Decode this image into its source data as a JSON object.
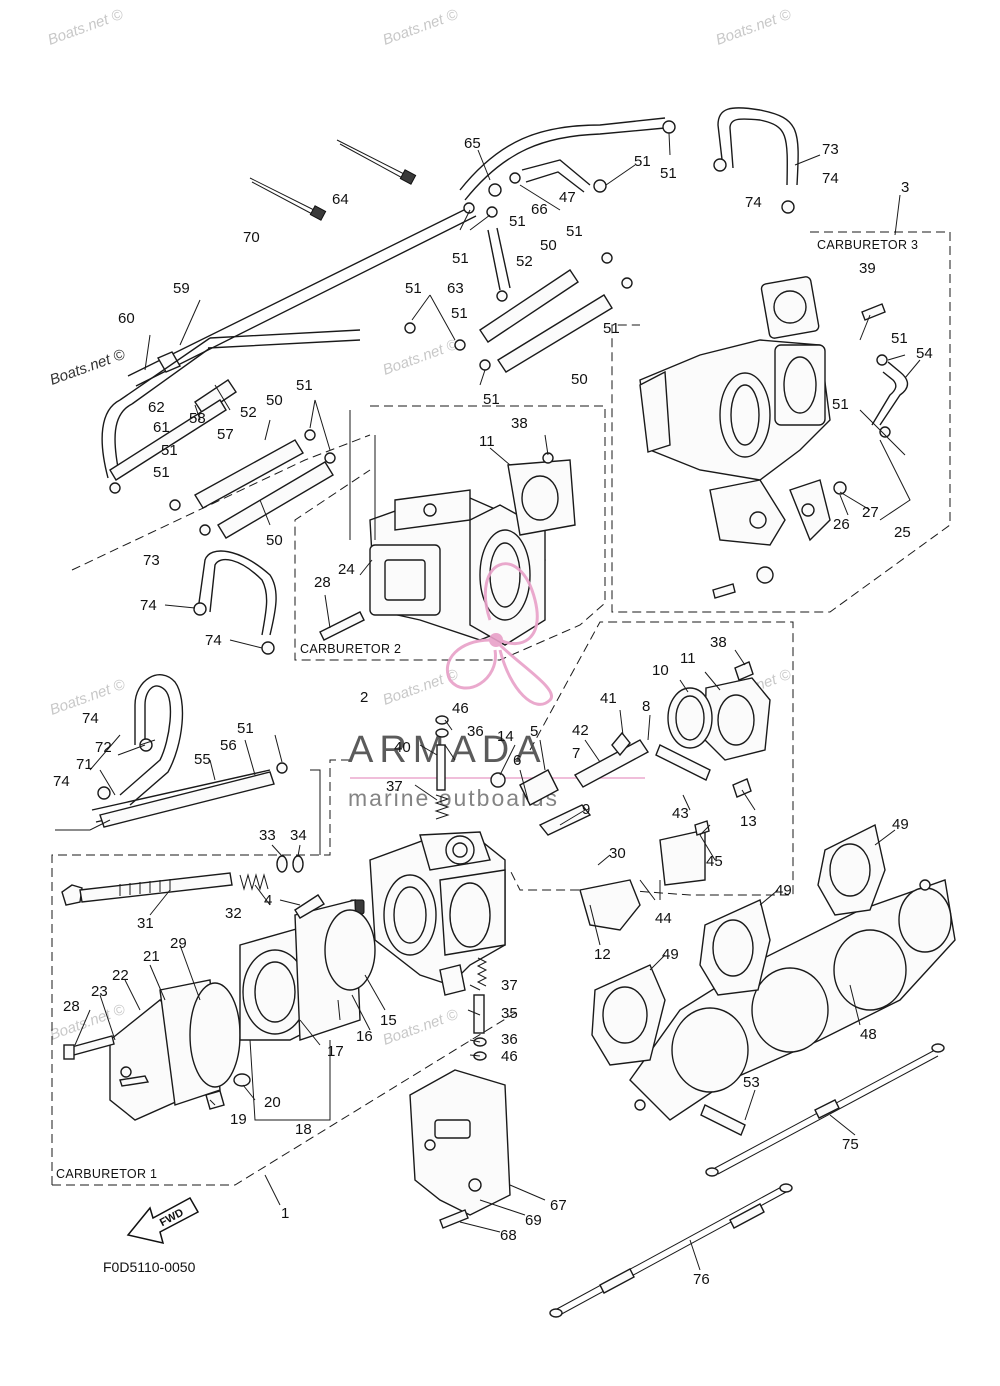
{
  "diagram": {
    "figure_code": "F0D5110-0050",
    "box_labels": {
      "carb1": "CARBURETOR 1",
      "carb2": "CARBURETOR 2",
      "carb3": "CARBURETOR 3"
    },
    "fwd_label": "FWD",
    "watermark": "Boats.net ©",
    "brand": {
      "name": "ARMADA",
      "tagline": "marine outboards",
      "logo_color": "#e8a0c8"
    },
    "callouts": [
      {
        "id": "c65",
        "text": "65"
      },
      {
        "id": "c51a",
        "text": "51"
      },
      {
        "id": "c51b",
        "text": "51"
      },
      {
        "id": "c73a",
        "text": "73"
      },
      {
        "id": "c74a",
        "text": "74"
      },
      {
        "id": "c74b",
        "text": "74"
      },
      {
        "id": "c3",
        "text": "3"
      },
      {
        "id": "c64",
        "text": "64"
      },
      {
        "id": "c70",
        "text": "70"
      },
      {
        "id": "c66",
        "text": "66"
      },
      {
        "id": "c47",
        "text": "47"
      },
      {
        "id": "c51c",
        "text": "51"
      },
      {
        "id": "c51d",
        "text": "51"
      },
      {
        "id": "c51e",
        "text": "51"
      },
      {
        "id": "c50a",
        "text": "50"
      },
      {
        "id": "c52a",
        "text": "52"
      },
      {
        "id": "c63",
        "text": "63"
      },
      {
        "id": "c51f",
        "text": "51"
      },
      {
        "id": "c51g",
        "text": "51"
      },
      {
        "id": "c50b",
        "text": "50"
      },
      {
        "id": "c51h",
        "text": "51"
      },
      {
        "id": "c39",
        "text": "39"
      },
      {
        "id": "c51i",
        "text": "51"
      },
      {
        "id": "c54",
        "text": "54"
      },
      {
        "id": "c51j",
        "text": "51"
      },
      {
        "id": "c59",
        "text": "59"
      },
      {
        "id": "c60",
        "text": "60"
      },
      {
        "id": "c62",
        "text": "62"
      },
      {
        "id": "c61",
        "text": "61"
      },
      {
        "id": "c51k",
        "text": "51"
      },
      {
        "id": "c58",
        "text": "58"
      },
      {
        "id": "c57",
        "text": "57"
      },
      {
        "id": "c52b",
        "text": "52"
      },
      {
        "id": "c50c",
        "text": "50"
      },
      {
        "id": "c51l",
        "text": "51"
      },
      {
        "id": "c38a",
        "text": "38"
      },
      {
        "id": "c11a",
        "text": "11"
      },
      {
        "id": "c51m",
        "text": "51"
      },
      {
        "id": "c51n",
        "text": "51"
      },
      {
        "id": "c50d",
        "text": "50"
      },
      {
        "id": "c27",
        "text": "27"
      },
      {
        "id": "c26",
        "text": "26"
      },
      {
        "id": "c25",
        "text": "25"
      },
      {
        "id": "c73b",
        "text": "73"
      },
      {
        "id": "c24",
        "text": "24"
      },
      {
        "id": "c28a",
        "text": "28"
      },
      {
        "id": "c74c",
        "text": "74"
      },
      {
        "id": "c74d",
        "text": "74"
      },
      {
        "id": "c2",
        "text": "2"
      },
      {
        "id": "c38b",
        "text": "38"
      },
      {
        "id": "c10",
        "text": "10"
      },
      {
        "id": "c11b",
        "text": "11"
      },
      {
        "id": "c46a",
        "text": "46"
      },
      {
        "id": "c36a",
        "text": "36"
      },
      {
        "id": "c40",
        "text": "40"
      },
      {
        "id": "c41",
        "text": "41"
      },
      {
        "id": "c8",
        "text": "8"
      },
      {
        "id": "c14",
        "text": "14"
      },
      {
        "id": "c5",
        "text": "5"
      },
      {
        "id": "c42",
        "text": "42"
      },
      {
        "id": "c7",
        "text": "7"
      },
      {
        "id": "c74e",
        "text": "74"
      },
      {
        "id": "c72",
        "text": "72"
      },
      {
        "id": "c51o",
        "text": "51"
      },
      {
        "id": "c56",
        "text": "56"
      },
      {
        "id": "c55",
        "text": "55"
      },
      {
        "id": "c71",
        "text": "71"
      },
      {
        "id": "c74f",
        "text": "74"
      },
      {
        "id": "c37a",
        "text": "37"
      },
      {
        "id": "c6",
        "text": "6"
      },
      {
        "id": "c9",
        "text": "9"
      },
      {
        "id": "c43",
        "text": "43"
      },
      {
        "id": "c13",
        "text": "13"
      },
      {
        "id": "c33",
        "text": "33"
      },
      {
        "id": "c34",
        "text": "34"
      },
      {
        "id": "c30",
        "text": "30"
      },
      {
        "id": "c45",
        "text": "45"
      },
      {
        "id": "c49a",
        "text": "49"
      },
      {
        "id": "c4",
        "text": "4"
      },
      {
        "id": "c31",
        "text": "31"
      },
      {
        "id": "c32",
        "text": "32"
      },
      {
        "id": "c44",
        "text": "44"
      },
      {
        "id": "c49b",
        "text": "49"
      },
      {
        "id": "c12",
        "text": "12"
      },
      {
        "id": "c49c",
        "text": "49"
      },
      {
        "id": "c21",
        "text": "21"
      },
      {
        "id": "c29",
        "text": "29"
      },
      {
        "id": "c22",
        "text": "22"
      },
      {
        "id": "c23",
        "text": "23"
      },
      {
        "id": "c28b",
        "text": "28"
      },
      {
        "id": "c37b",
        "text": "37"
      },
      {
        "id": "c35",
        "text": "35"
      },
      {
        "id": "c15",
        "text": "15"
      },
      {
        "id": "c16",
        "text": "16"
      },
      {
        "id": "c36b",
        "text": "36"
      },
      {
        "id": "c46b",
        "text": "46"
      },
      {
        "id": "c17",
        "text": "17"
      },
      {
        "id": "c48",
        "text": "48"
      },
      {
        "id": "c20",
        "text": "20"
      },
      {
        "id": "c19",
        "text": "19"
      },
      {
        "id": "c18",
        "text": "18"
      },
      {
        "id": "c53",
        "text": "53"
      },
      {
        "id": "c75",
        "text": "75"
      },
      {
        "id": "c67",
        "text": "67"
      },
      {
        "id": "c69",
        "text": "69"
      },
      {
        "id": "c68",
        "text": "68"
      },
      {
        "id": "c1",
        "text": "1"
      },
      {
        "id": "c76",
        "text": "76"
      }
    ]
  }
}
